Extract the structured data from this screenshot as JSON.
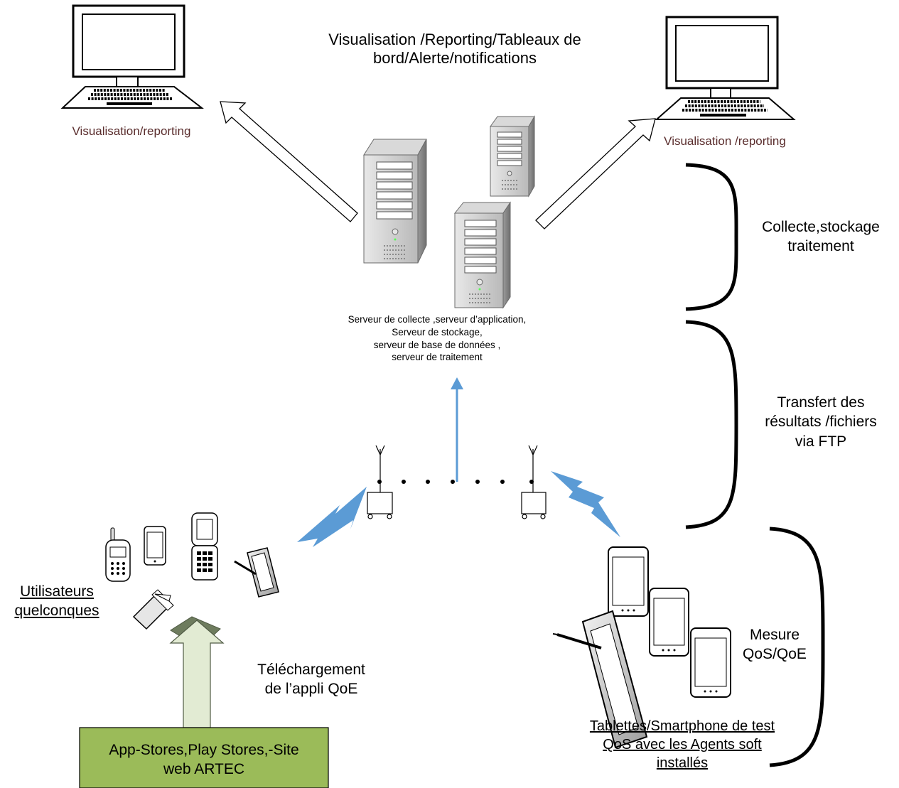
{
  "header": {
    "line1": "Visualisation /Reporting/Tableaux de",
    "line2": "bord/Alerte/notifications"
  },
  "laptops": {
    "left_label": "Visualisation/reporting",
    "right_label": "Visualisation /reporting"
  },
  "servers": {
    "caption_lines": [
      "Serveur de collecte ,serveur d’application,",
      "Serveur de stockage,",
      "serveur de base de données ,",
      "serveur de traitement"
    ]
  },
  "brackets": {
    "collecte": [
      "Collecte,stockage",
      "traitement"
    ],
    "transfert": [
      "Transfert des",
      "résultats /fichiers",
      "via FTP"
    ],
    "mesure": [
      "Mesure",
      "QoS/QoE"
    ]
  },
  "users": {
    "label_lines": [
      "Utilisateurs",
      "quelconques"
    ]
  },
  "download": {
    "label_lines": [
      "Téléchargement",
      "de l’appli QoE"
    ]
  },
  "stores": {
    "label_lines": [
      "App-Stores,Play Stores,-Site",
      "web ARTEC"
    ]
  },
  "test_devices": {
    "label_lines": [
      "Tablettes/Smartphone de test",
      "QoS avec les Agents soft",
      "installés"
    ]
  },
  "colors": {
    "caption_text": "#5a2d2d",
    "store_fill": "#9bbb59",
    "radio_blue": "#5b9bd5",
    "upload_arrow": "#5b9bd5",
    "down_arrow_fill": "#e2ebd3",
    "down_arrow_stroke": "#6e7c5e"
  }
}
